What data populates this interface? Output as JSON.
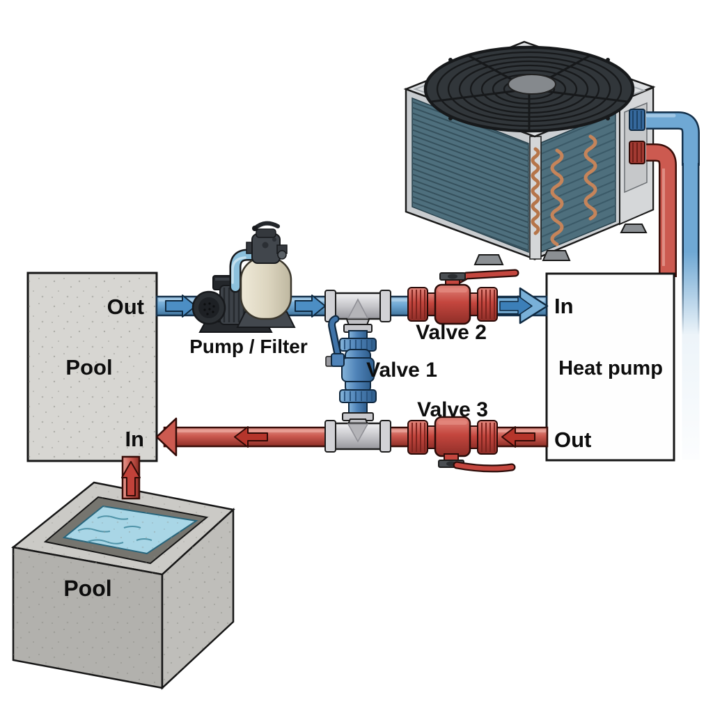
{
  "diagram": {
    "pool_tank": {
      "label": "Pool",
      "out": "Out",
      "in": "In"
    },
    "pump_filter": {
      "label": "Pump / Filter"
    },
    "valve1": {
      "label": "Valve 1"
    },
    "valve2": {
      "label": "Valve 2"
    },
    "valve3": {
      "label": "Valve 3"
    },
    "heat_pump": {
      "label": "Heat pump",
      "in": "In",
      "out": "Out"
    },
    "pool_basin": {
      "label": "Pool"
    },
    "colors": {
      "cold_water_pipe": "#6fa8d4",
      "hot_water_pipe": "#cc5a50",
      "valve_red": "#c4463e",
      "valve_blue": "#4f83b8",
      "fitting_gray": "#d2d2d6",
      "concrete": "#d6d5d1",
      "water": "#a9d6e6",
      "coil_teal": "#4e6f7d",
      "copper_coil": "#c5845a"
    }
  }
}
